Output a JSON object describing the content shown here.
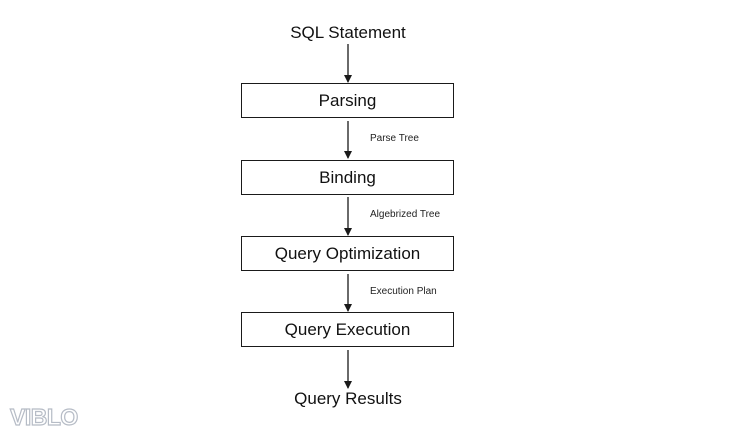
{
  "start_label": "SQL Statement",
  "end_label": "Query Results",
  "stages": [
    {
      "label": "Parsing",
      "output": "Parse Tree"
    },
    {
      "label": "Binding",
      "output": "Algebrized Tree"
    },
    {
      "label": "Query Optimization",
      "output": "Execution Plan"
    },
    {
      "label": "Query Execution",
      "output": ""
    }
  ],
  "watermark": "VIBLO",
  "colors": {
    "line": "#1a1a1a",
    "watermark": "#b6bcc6"
  }
}
